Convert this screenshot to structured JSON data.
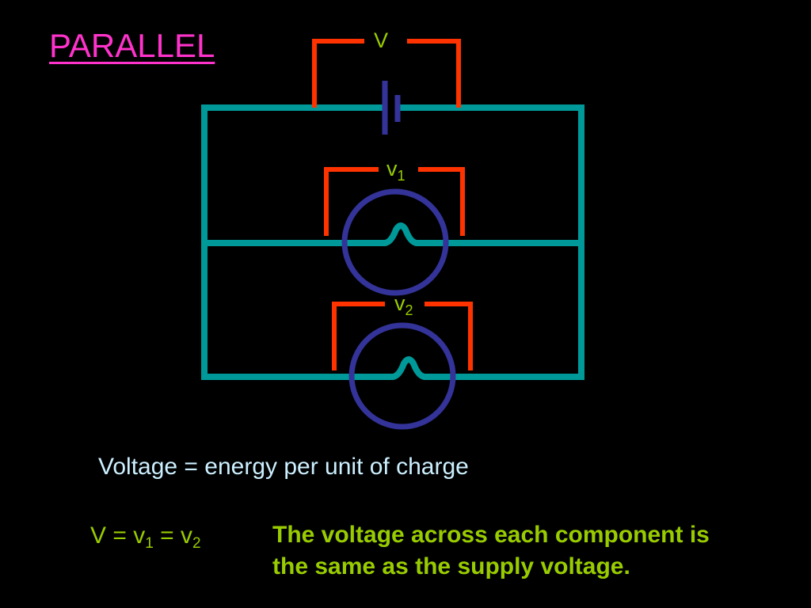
{
  "title": "PARALLEL",
  "labels": {
    "supply": "V",
    "v1_main": "v",
    "v1_sub": "1",
    "v2_main": "v",
    "v2_sub": "2"
  },
  "definition": "Voltage = energy per unit of charge",
  "equation": {
    "p1": "V = v",
    "s1": "1",
    "p2": " = v",
    "s2": "2"
  },
  "explanation": {
    "line1": "The voltage across each component is",
    "line2": "the same as the supply voltage."
  },
  "colors": {
    "background": "#000000",
    "title": "#ff33cc",
    "wire": "#009999",
    "meter_bracket": "#ff3300",
    "component": "#333399",
    "label": "#99cc00",
    "definition_text": "#ccf0ff"
  }
}
